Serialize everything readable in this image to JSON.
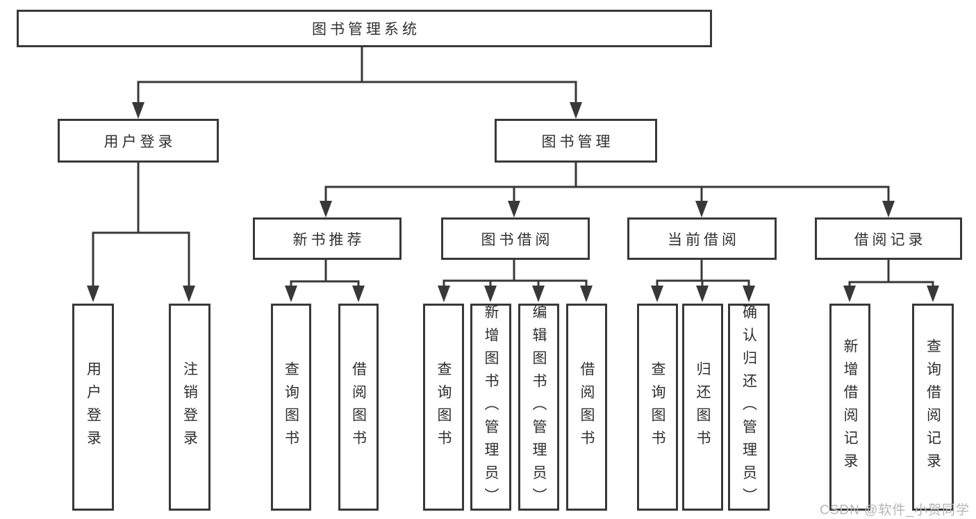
{
  "root": {
    "label": "图书管理系统"
  },
  "level2": {
    "user_login": {
      "label": "用户登录",
      "children": [
        "用户登录",
        "注销登录"
      ]
    },
    "book_mgmt": {
      "label": "图书管理"
    }
  },
  "level3": {
    "new_books": {
      "label": "新书推荐",
      "children": [
        "查询图书",
        "借阅图书"
      ]
    },
    "borrowing": {
      "label": "图书借阅",
      "children": [
        "查询图书",
        "新增图书（管理员）",
        "编辑图书（管理员）",
        "借阅图书"
      ]
    },
    "current": {
      "label": "当前借阅",
      "children": [
        "查询图书",
        "归还图书",
        "确认归还（管理员）"
      ]
    },
    "records": {
      "label": "借阅记录",
      "children": [
        "新增借阅记录",
        "查询借阅记录"
      ]
    }
  },
  "watermark": {
    "label": "CSDN @软件_小贺同学"
  },
  "colors": {
    "line": "#383838",
    "border": "#383838",
    "text": "#2f2f2f",
    "watermark": "#b5b5b5",
    "background": "#ffffff"
  }
}
